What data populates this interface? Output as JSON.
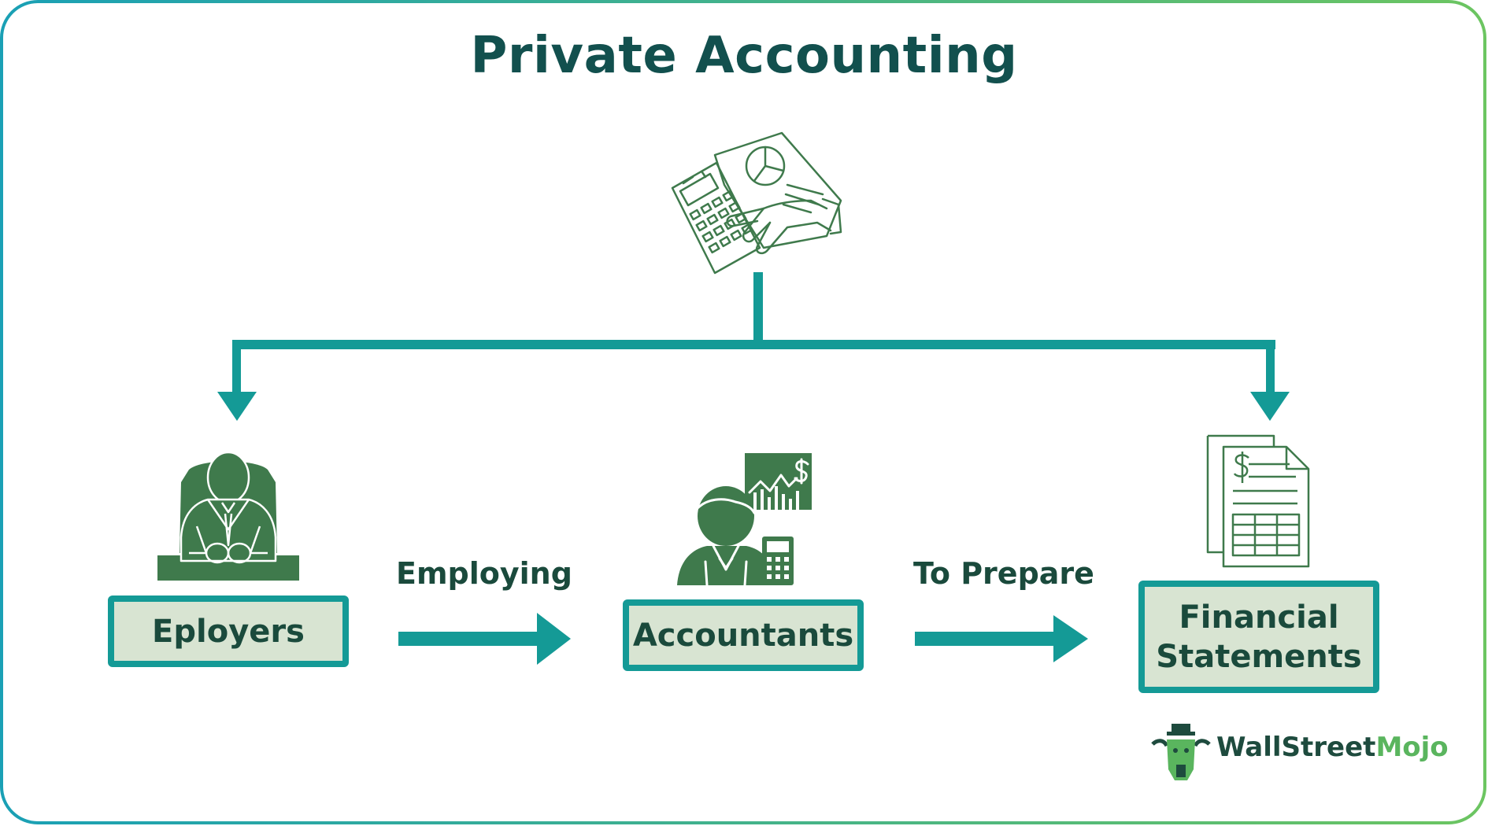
{
  "title": "Private Accounting",
  "nodes": {
    "employers": "Eployers",
    "accountants": "Accountants",
    "financial_line1": "Financial",
    "financial_line2": "Statements"
  },
  "edges": {
    "employing": "Employing",
    "to_prepare": "To Prepare"
  },
  "brand": {
    "part1": "WallStreet",
    "part2": "Mojo"
  },
  "icons": {
    "top": "calculator-hand-document-icon",
    "employers": "businessman-at-desk-icon",
    "accountants": "accountant-with-chart-calculator-icon",
    "financial": "financial-statement-document-icon",
    "brand_logo": "bull-mascot-logo-icon"
  },
  "colors": {
    "title": "#12504e",
    "teal": "#149a96",
    "box_fill": "#d8e4d2",
    "icon_green": "#3f7a4c",
    "text_dark": "#1a4a3c",
    "brand_dark": "#1e4b3e",
    "brand_green": "#5ab55e",
    "frame_start": "#1aa0b5",
    "frame_end": "#6cc561"
  }
}
